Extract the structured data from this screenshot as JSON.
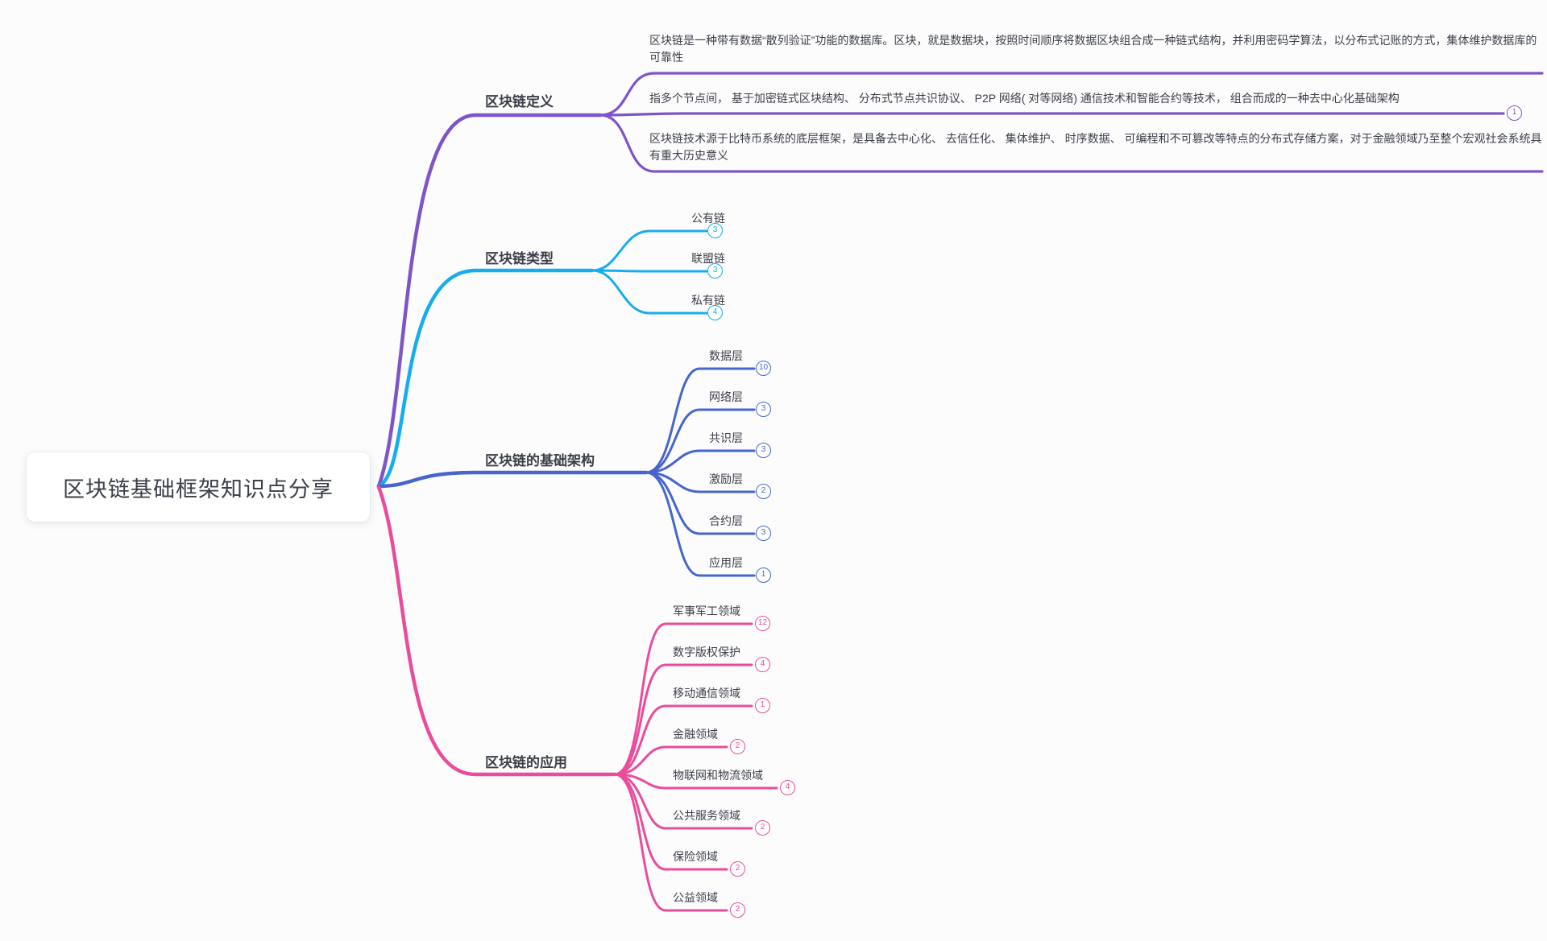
{
  "root": {
    "label": "区块链基础框架知识点分享"
  },
  "colors": {
    "definition": "#7E55C8",
    "types": "#16ADEC",
    "architecture": "#4766CB",
    "application": "#EA4C9C",
    "text": "#3B3F48"
  },
  "branches": [
    {
      "label": "区块链定义",
      "color": "#7E55C8",
      "children": [
        {
          "text": "区块链是一种带有数据“散列验证”功能的数据库。区块，就是数据块，按照时间顺序将数据区块组合成一种链式结构，并利用密码学算法，以分布式记账的方式，集体维护数据库的可靠性"
        },
        {
          "text": "指多个节点间， 基于加密链式区块结构、 分布式节点共识协议、 P2P 网络( 对等网络) 通信技术和智能合约等技术， 组合而成的一种去中心化基础架构",
          "badge": "1"
        },
        {
          "text": "区块链技术源于比特币系统的底层框架，是具备去中心化、 去信任化、 集体维护、 时序数据、 可编程和不可篡改等特点的分布式存储方案，对于金融领域乃至整个宏观社会系统具有重大历史意义"
        }
      ]
    },
    {
      "label": "区块链类型",
      "color": "#16ADEC",
      "children": [
        {
          "text": "公有链",
          "badge": "3"
        },
        {
          "text": "联盟链",
          "badge": "3"
        },
        {
          "text": "私有链",
          "badge": "4"
        }
      ]
    },
    {
      "label": "区块链的基础架构",
      "color": "#4766CB",
      "children": [
        {
          "text": "数据层",
          "badge": "10"
        },
        {
          "text": "网络层",
          "badge": "3"
        },
        {
          "text": "共识层",
          "badge": "3"
        },
        {
          "text": "激励层",
          "badge": "2"
        },
        {
          "text": "合约层",
          "badge": "3"
        },
        {
          "text": "应用层",
          "badge": "1"
        }
      ]
    },
    {
      "label": "区块链的应用",
      "color": "#EA4C9C",
      "children": [
        {
          "text": "军事军工领域",
          "badge": "12"
        },
        {
          "text": "数字版权保护",
          "badge": "4"
        },
        {
          "text": "移动通信领域",
          "badge": "1"
        },
        {
          "text": "金融领域",
          "badge": "2"
        },
        {
          "text": "物联网和物流领域",
          "badge": "4"
        },
        {
          "text": "公共服务领域",
          "badge": "2"
        },
        {
          "text": "保险领域",
          "badge": "2"
        },
        {
          "text": "公益领域",
          "badge": "2"
        }
      ]
    }
  ]
}
